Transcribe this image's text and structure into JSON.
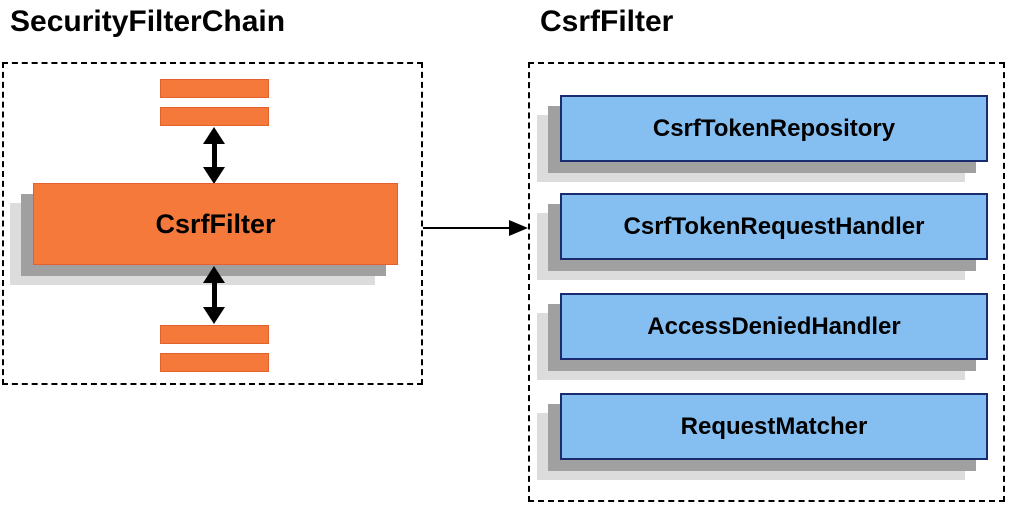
{
  "left": {
    "title": "SecurityFilterChain",
    "main_box_label": "CsrfFilter"
  },
  "right": {
    "title": "CsrfFilter",
    "components": [
      "CsrfTokenRepository",
      "CsrfTokenRequestHandler",
      "AccessDeniedHandler",
      "RequestMatcher"
    ]
  },
  "shapes": {
    "internal_connectors": "double-headed-vertical-arrow",
    "cross_panel_connector": "right-arrow"
  },
  "colors": {
    "orange_fill": "#f4793b",
    "orange_border": "#e2612c",
    "blue_fill": "#85bef0",
    "blue_border": "#1a2b70",
    "shadow_dark": "#a0a0a0",
    "shadow_light": "#dcdcdc",
    "arrow_black": "#000000",
    "text_black": "#000000",
    "background": "#ffffff"
  }
}
